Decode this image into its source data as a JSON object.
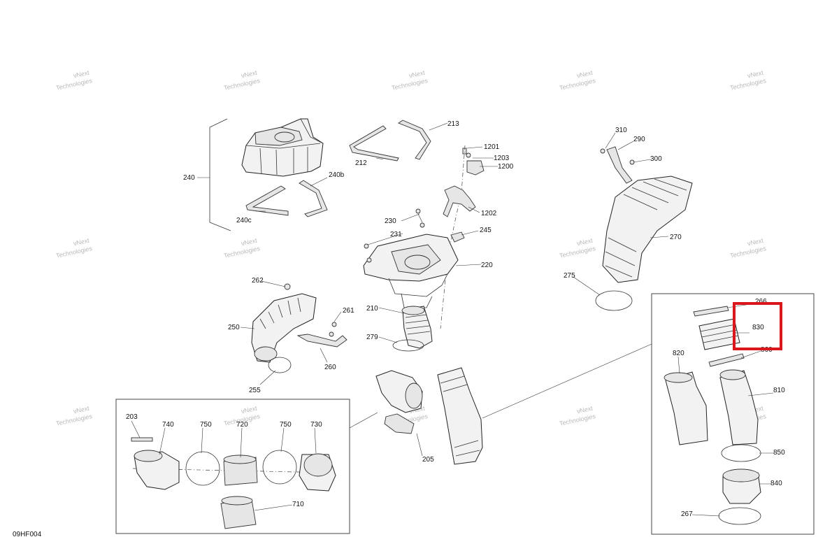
{
  "diagram_code": "09HF004",
  "watermark": {
    "line1": "vNext",
    "line2": "Technologies"
  },
  "highlight_color": "#d9171c",
  "part_labels": {
    "p203": "203",
    "p205": "205",
    "p210": "210",
    "p212": "212",
    "p213": "213",
    "p220": "220",
    "p230": "230",
    "p231": "231",
    "p240": "240",
    "p240b": "240b",
    "p240c": "240c",
    "p245": "245",
    "p250": "250",
    "p255": "255",
    "p260": "260",
    "p261": "261",
    "p262": "262",
    "p266": "266",
    "p267": "267",
    "p270": "270",
    "p275": "275",
    "p279": "279",
    "p290": "290",
    "p300": "300",
    "p310": "310",
    "p710": "710",
    "p720": "720",
    "p730": "730",
    "p740": "740",
    "p750a": "750",
    "p750b": "750",
    "p810": "810",
    "p820": "820",
    "p830": "830",
    "p840": "840",
    "p850": "850",
    "p860": "860",
    "p1200": "1200",
    "p1201": "1201",
    "p1202": "1202",
    "p1203": "1203"
  }
}
